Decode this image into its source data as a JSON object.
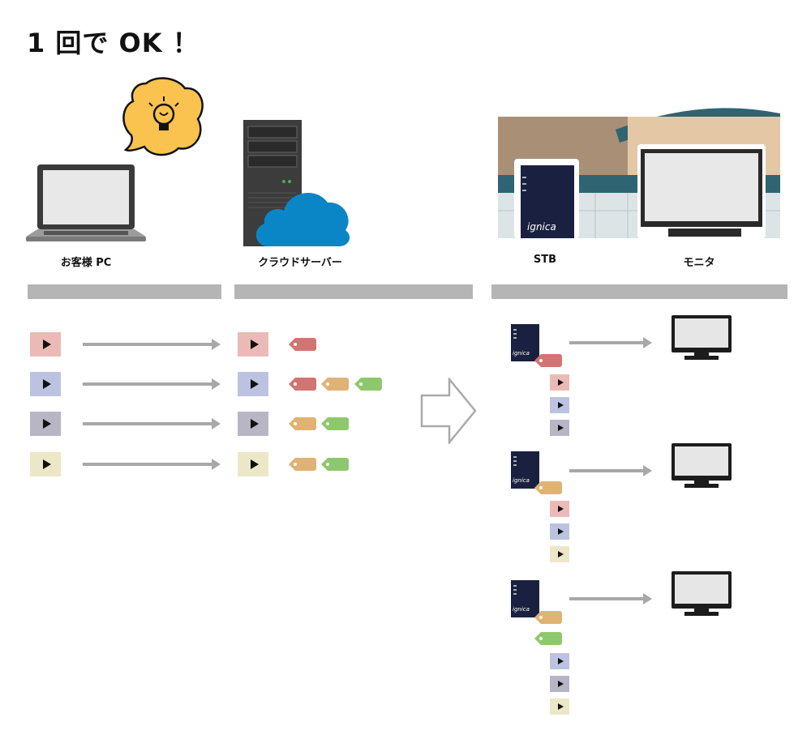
{
  "title": "1 回で OK ！",
  "labels": {
    "customer_pc": "お客様 PC",
    "cloud_server": "クラウドサーバー",
    "stb": "STB",
    "monitor": "モニタ"
  },
  "brand": "ignica",
  "colors": {
    "video_red": "#ecbab6",
    "video_blue": "#bcc3e1",
    "video_gray": "#b8b6c4",
    "video_yellow": "#ece7c6",
    "tag_red": "#d27472",
    "tag_orange": "#e0b274",
    "tag_green": "#8ec86c",
    "cloud": "#0a86c6",
    "stb": "#1a2140"
  },
  "icons": [
    "laptop-icon",
    "lightbulb-bubble-icon",
    "server-icon",
    "cloud-icon",
    "stb-icon",
    "monitor-icon",
    "play-icon",
    "tag-icon",
    "big-arrow-icon"
  ]
}
